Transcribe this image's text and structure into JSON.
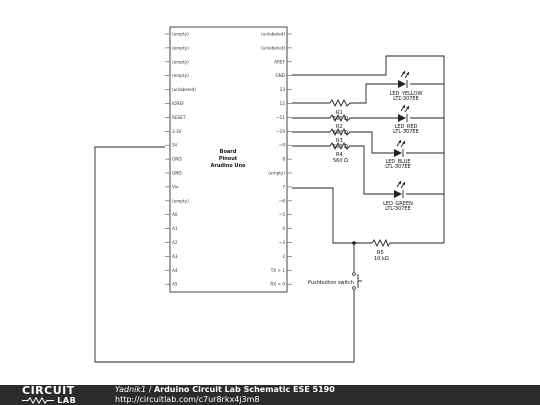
{
  "board": {
    "title_line1": "Board",
    "title_line2": "Pinout",
    "title_line3": "Arudino Uno",
    "left_pins": [
      "(empty)",
      "(empty)",
      "(empty)",
      "(empty)",
      "(unlabeled)",
      "IOREF",
      "RESET",
      "3.3V",
      "5V",
      "GND",
      "GND",
      "Vin",
      "(empty)",
      "A0",
      "A1",
      "A2",
      "A3",
      "A4",
      "A5"
    ],
    "right_pins": [
      "(unlabeled)",
      "(unlabeled)",
      "AREF",
      "GND",
      "13",
      "12",
      "~11",
      "~10",
      "~9",
      "8",
      "(empty)",
      "7",
      "~6",
      "~5",
      "4",
      "~3",
      "2",
      "TX > 1",
      "RX < 0"
    ]
  },
  "components": {
    "r1_label": "R1",
    "r1_value": "560 Ω",
    "r2_label": "R2",
    "r2_value": "560 Ω",
    "r3_label": "R3",
    "r3_value": "560 Ω",
    "r4_label": "R4",
    "r4_value": "560 Ω",
    "r5_label": "R5",
    "r5_value": "10 kΩ",
    "led_yellow_name": "LED_YELLOW",
    "led_yellow_part": "LTL-307EE",
    "led_red_name": "LED_RED",
    "led_red_part": "LTL-307EE",
    "led_blue_name": "LED_BLUE",
    "led_blue_part": "LTL-307EE",
    "led_green_name": "LED_GREEN",
    "led_green_part": "LTL-307EE",
    "switch_label": "Pushbutton switch"
  },
  "footer": {
    "logo_top": "CIRCUIT",
    "logo_bottom": "LAB",
    "author": "Yadnik1",
    "separator": " / ",
    "title": "Arduino Circuit Lab Schematic ESE 5190",
    "url": "http://circuitlab.com/c7ur8rkx4j3m8"
  },
  "colors": {
    "background": "#ffffff",
    "wire": "#222222",
    "footer_bg": "#2b2b2b",
    "footer_text": "#ffffff"
  }
}
